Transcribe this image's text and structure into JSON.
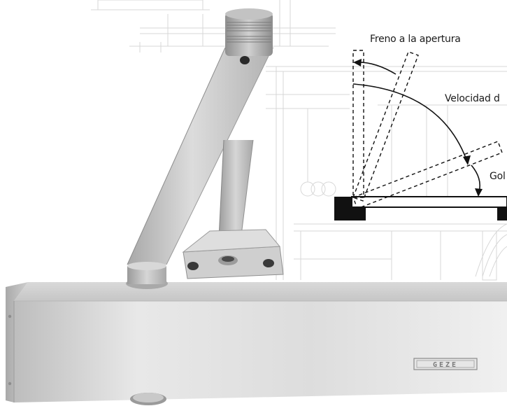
{
  "labels": {
    "opening_brake": "Freno a la apertura",
    "closing_speed": "Velocidad d",
    "latching": "Gol"
  },
  "brand_plate": "GEZE",
  "colors": {
    "background": "#ffffff",
    "blueprint_lines": "#d7d7d7",
    "diagram_lines": "#111111",
    "aluminium_light": "#e4e4e4",
    "aluminium_mid": "#c9c9c9",
    "aluminium_dark": "#9c9c9c"
  },
  "icons": {
    "door_closer": "door-closer-illustration",
    "door_diagram": "door-swing-diagram"
  }
}
